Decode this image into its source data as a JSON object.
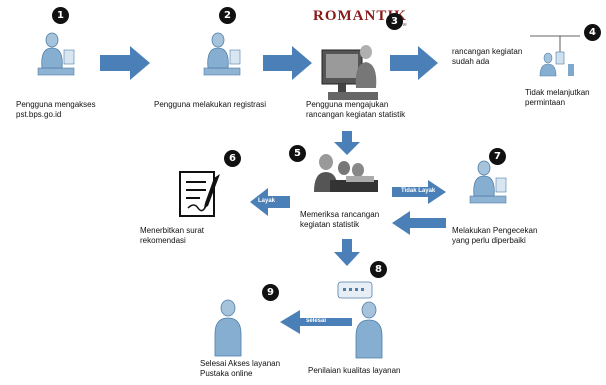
{
  "steps": {
    "s1": {
      "num": "1",
      "line1": "Pengguna mengakses",
      "line2": "pst.bps.go.id"
    },
    "s2": {
      "num": "2",
      "line1": "Pengguna  melakukan registrasi"
    },
    "s3": {
      "num": "3",
      "line1": "Pengguna mengajukan",
      "line2": "rancangan kegiatan statistik"
    },
    "s3b": {
      "line1": "rancangan kegiatan",
      "line2": "sudah ada"
    },
    "s4": {
      "num": "4",
      "line1": "Tidak melanjutkan",
      "line2": "permintaan"
    },
    "s5": {
      "num": "5",
      "line1": "Memeriksa rancangan",
      "line2": "kegiatan statistik"
    },
    "s6": {
      "num": "6",
      "line1": "Menerbitkan surat",
      "line2": "rekomendasi"
    },
    "s7": {
      "num": "7",
      "line1": "Melakukan Pengecekan",
      "line2": "yang perlu diperbaiki"
    },
    "s8": {
      "num": "8",
      "line1": "Penilaian kualitas layanan"
    },
    "s9": {
      "num": "9",
      "line1": "Selesai Akses layanan",
      "line2": "Pustaka online"
    }
  },
  "arrow_labels": {
    "layak": "Layak",
    "tidak_layak": "Tidak Layak",
    "selesai": "selesai"
  },
  "logo": {
    "text": "ROMANTIK",
    "sub": "online"
  },
  "colors": {
    "arrow": "#4a7fb8",
    "person": "#7fa9cc",
    "person_dark": "#4f7ea8",
    "badge": "#111111"
  }
}
